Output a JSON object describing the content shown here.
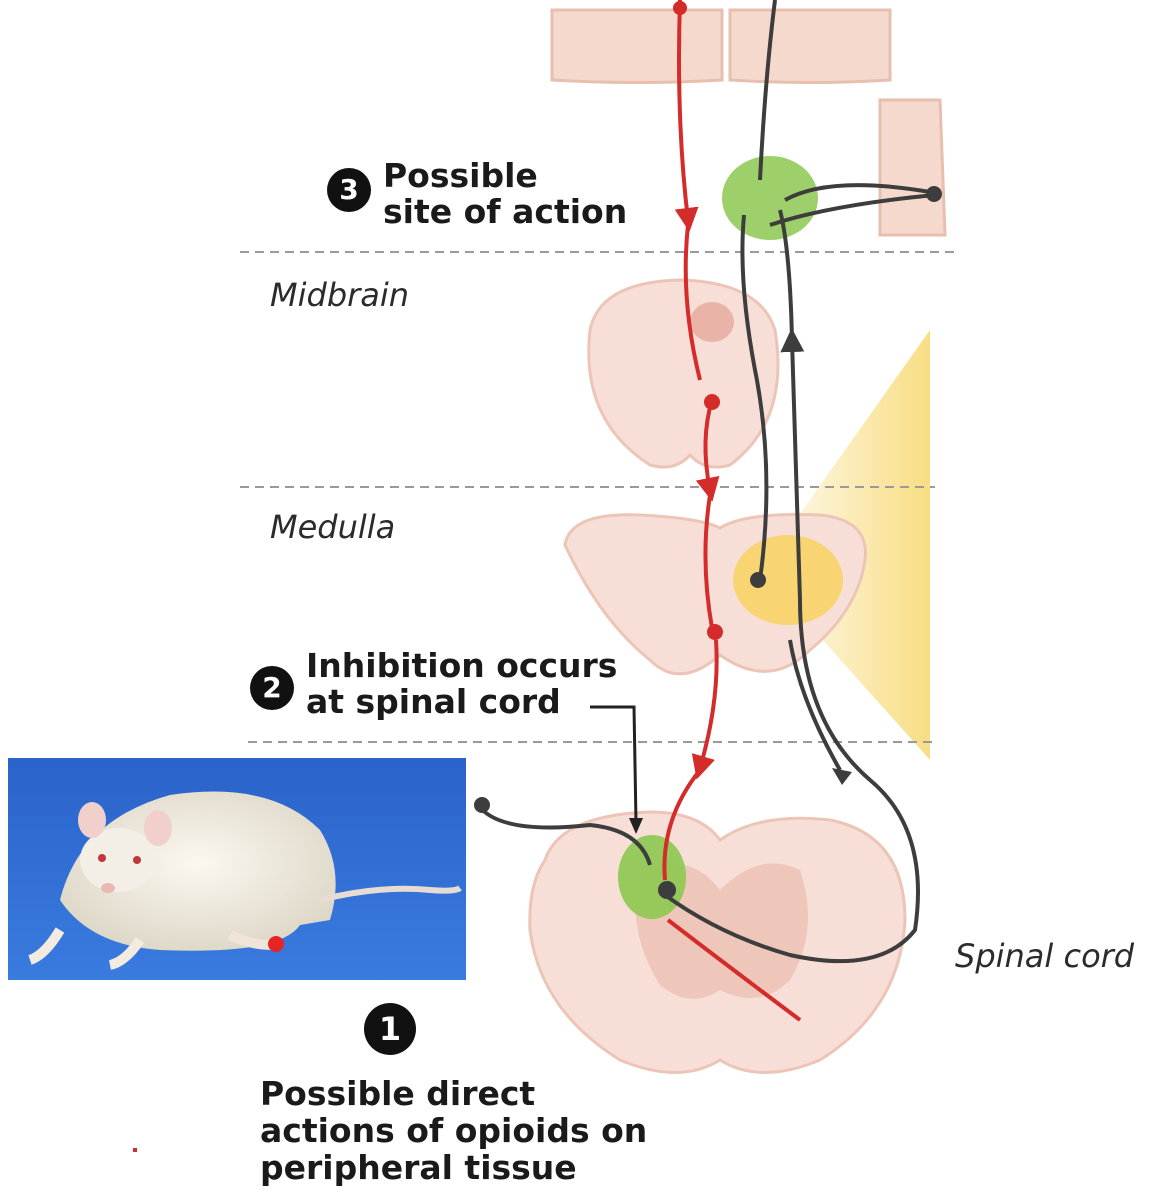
{
  "steps": {
    "one": {
      "number": "1",
      "lines": [
        "Possible direct",
        "actions of opioids on",
        "peripheral tissue"
      ]
    },
    "two": {
      "number": "2",
      "lines": [
        "Inhibition occurs",
        "at spinal cord"
      ]
    },
    "three": {
      "number": "3",
      "lines": [
        "Possible",
        "site of action"
      ]
    }
  },
  "regions": {
    "midbrain": "Midbrain",
    "medulla": "Medulla",
    "spinal_cord": "Spinal cord"
  },
  "colors": {
    "descending_pathway": "#d42b2b",
    "ascending_pathway": "#3d3d3d",
    "tissue": "#f7dfd7",
    "opioid_site": "#8cc850",
    "highlight": "#f7d55a",
    "photo_background": "#2f6fd3"
  }
}
